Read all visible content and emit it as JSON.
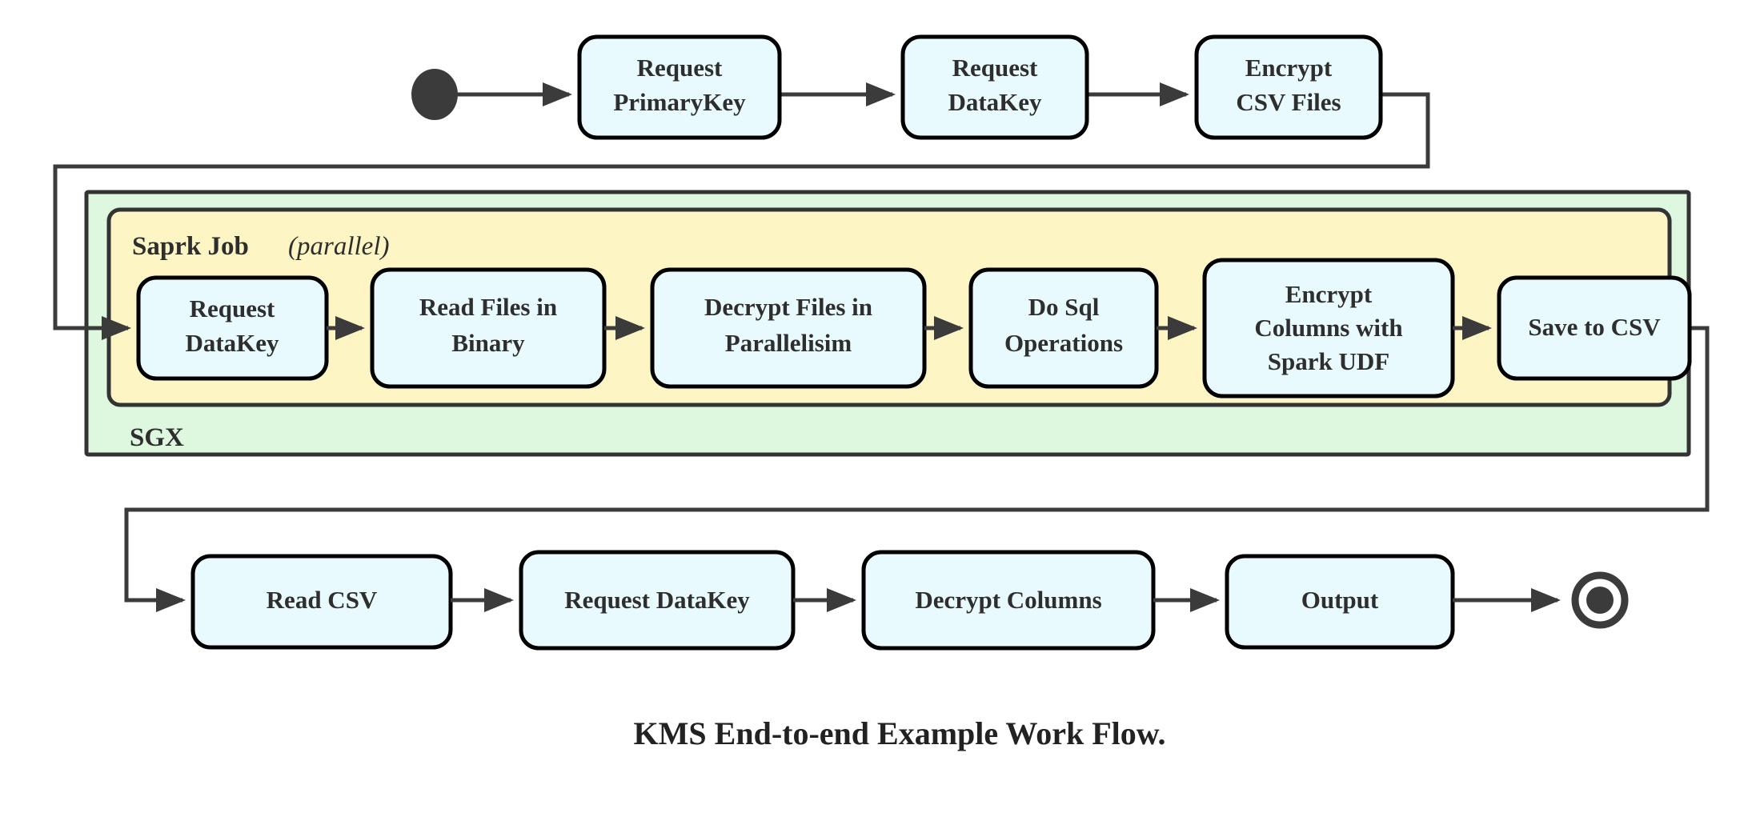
{
  "diagram": {
    "caption": "KMS End-to-end Example Work Flow.",
    "colors": {
      "node_fill": "#e8fafd",
      "node_stroke": "#000000",
      "sgx_group_fill": "#ddf8de",
      "spark_group_fill": "#fdf5c4",
      "group_stroke": "#333333",
      "edge": "#3b3b3b",
      "text": "#2e2e2e"
    },
    "groups": {
      "sgx": {
        "label": "SGX"
      },
      "spark": {
        "label_bold": "Saprk Job",
        "label_italic": "(parallel)"
      }
    },
    "markers": {
      "start": "initial-state-node",
      "end": "final-state-node"
    },
    "rows": {
      "top": {
        "nodes": [
          {
            "id": "request-primarykey",
            "lines": [
              "Request",
              "PrimaryKey"
            ]
          },
          {
            "id": "request-datakey-top",
            "lines": [
              "Request",
              "DataKey"
            ]
          },
          {
            "id": "encrypt-csv-files",
            "lines": [
              "Encrypt",
              "CSV Files"
            ]
          }
        ]
      },
      "spark": {
        "nodes": [
          {
            "id": "request-datakey-spark",
            "lines": [
              "Request",
              "DataKey"
            ]
          },
          {
            "id": "read-files-in-binary",
            "lines": [
              "Read Files in",
              "Binary"
            ]
          },
          {
            "id": "decrypt-files-in-parallelisim",
            "lines": [
              "Decrypt Files in",
              "Parallelisim"
            ]
          },
          {
            "id": "do-sql-operations",
            "lines": [
              "Do Sql",
              "Operations"
            ]
          },
          {
            "id": "encrypt-columns-with-spark-udf",
            "lines": [
              "Encrypt",
              "Columns with",
              "Spark UDF"
            ]
          },
          {
            "id": "save-to-csv",
            "lines": [
              "Save to CSV"
            ]
          }
        ]
      },
      "bottom": {
        "nodes": [
          {
            "id": "read-csv",
            "lines": [
              "Read CSV"
            ]
          },
          {
            "id": "request-datakey-bottom",
            "lines": [
              "Request DataKey"
            ]
          },
          {
            "id": "decrypt-columns",
            "lines": [
              "Decrypt Columns"
            ]
          },
          {
            "id": "output",
            "lines": [
              "Output"
            ]
          }
        ]
      }
    }
  }
}
